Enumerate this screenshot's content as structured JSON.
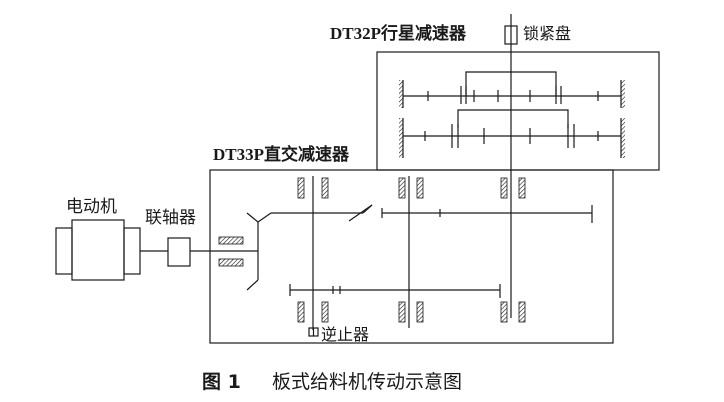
{
  "labels": {
    "planetary_reducer": "DT32P行星减速器",
    "lock_disc": "锁紧盘",
    "right_angle_reducer": "DT33P直交减速器",
    "motor": "电动机",
    "coupling": "联轴器",
    "backstop": "逆止器"
  },
  "caption": {
    "number": "图 1",
    "title": "板式给料机传动示意图"
  },
  "colors": {
    "line": "#1a1a1a",
    "background": "#ffffff"
  }
}
